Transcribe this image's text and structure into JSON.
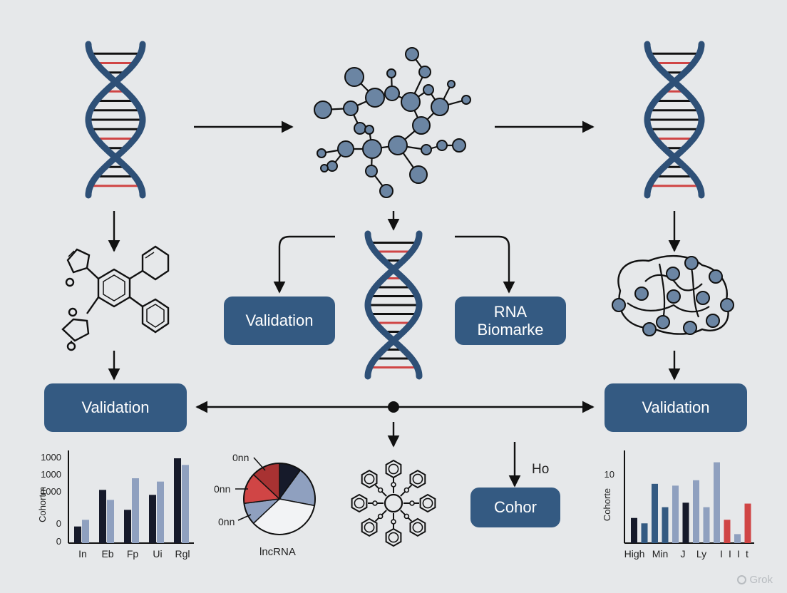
{
  "boxes": {
    "validation_center": "Validation",
    "rna_biomarker_line1": "RNA",
    "rna_biomarker_line2": "Biomarke",
    "validation_left": "Validation",
    "validation_right": "Validation",
    "cohort": "Cohor"
  },
  "labels": {
    "ho": "Ho",
    "pie_caption": "lncRNA",
    "pie_callouts": [
      "0nn",
      "0nn",
      "0nn"
    ]
  },
  "colors": {
    "background": "#e6e8ea",
    "navy": "#2e5077",
    "box_fill": "#345a82",
    "node_fill": "#6b85a3",
    "red_accent": "#d04545",
    "black_bar": "#161a2a",
    "light_bar": "#8fa0bf"
  },
  "icons": [
    "dna-helix-icon",
    "molecular-network-icon",
    "benzene-ring-icon",
    "protein-network-icon",
    "pie-chart-icon",
    "arrow-icon"
  ],
  "chart_data": [
    {
      "type": "bar",
      "ylabel": "Cohortm",
      "ytick_labels": [
        "1000",
        "1000",
        "1000",
        "0",
        "0"
      ],
      "categories": [
        "In",
        "Eb",
        "Fp",
        "Ui",
        "Rgl"
      ],
      "series": [
        {
          "values": [
            10,
            32,
            20,
            29,
            51
          ]
        },
        {
          "values": [
            14,
            26,
            39,
            37,
            47
          ]
        }
      ],
      "ylim": [
        0,
        54
      ]
    },
    {
      "type": "pie",
      "caption": "lncRNA",
      "slices": [
        {
          "value": 10,
          "color": "#161a2a"
        },
        {
          "value": 18,
          "color": "#8fa0bf"
        },
        {
          "value": 35,
          "color": "#f2f3f5"
        },
        {
          "value": 10,
          "color": "#8fa0bf"
        },
        {
          "value": 14,
          "color": "#d04545"
        },
        {
          "value": 13,
          "color": "#a83232"
        }
      ]
    },
    {
      "type": "bar",
      "ylabel": "Cohorte",
      "ytick_labels": [
        "10"
      ],
      "categories": [
        "High",
        "Min",
        "J",
        "Ly",
        "I",
        "I",
        "I",
        "t"
      ],
      "bars": [
        {
          "value": 28,
          "color": "#161a2a"
        },
        {
          "value": 22,
          "color": "#345a82"
        },
        {
          "value": 66,
          "color": "#345a82"
        },
        {
          "value": 40,
          "color": "#345a82"
        },
        {
          "value": 64,
          "color": "#8fa0bf"
        },
        {
          "value": 45,
          "color": "#161a2a"
        },
        {
          "value": 70,
          "color": "#8fa0bf"
        },
        {
          "value": 40,
          "color": "#8fa0bf"
        },
        {
          "value": 90,
          "color": "#8fa0bf"
        },
        {
          "value": 26,
          "color": "#d04545"
        },
        {
          "value": 10,
          "color": "#8fa0bf"
        },
        {
          "value": 44,
          "color": "#d04545"
        }
      ],
      "ylim": [
        0,
        100
      ]
    }
  ]
}
